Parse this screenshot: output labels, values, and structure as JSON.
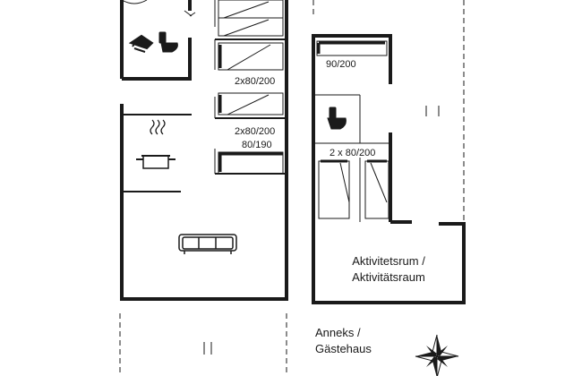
{
  "plan": {
    "main_house": {
      "beds": [
        {
          "id": "bed1",
          "label": "2x80/200"
        },
        {
          "id": "bed2",
          "label": "2x80/200"
        },
        {
          "id": "bed3",
          "label": "80/190"
        }
      ]
    },
    "annex": {
      "beds": [
        {
          "id": "bed4",
          "label": "90/200"
        },
        {
          "id": "bed5",
          "label": "2 x 80/200"
        }
      ],
      "activity_room": {
        "line1": "Aktivitetsrum /",
        "line2": "Aktivitätsraum"
      },
      "title": {
        "line1": "Anneks /",
        "line2": "Gästehaus"
      }
    },
    "icons": [
      "shower-icon",
      "toilet-icon",
      "cooking-pot-icon",
      "sofa-icon",
      "compass-rose-icon"
    ]
  }
}
